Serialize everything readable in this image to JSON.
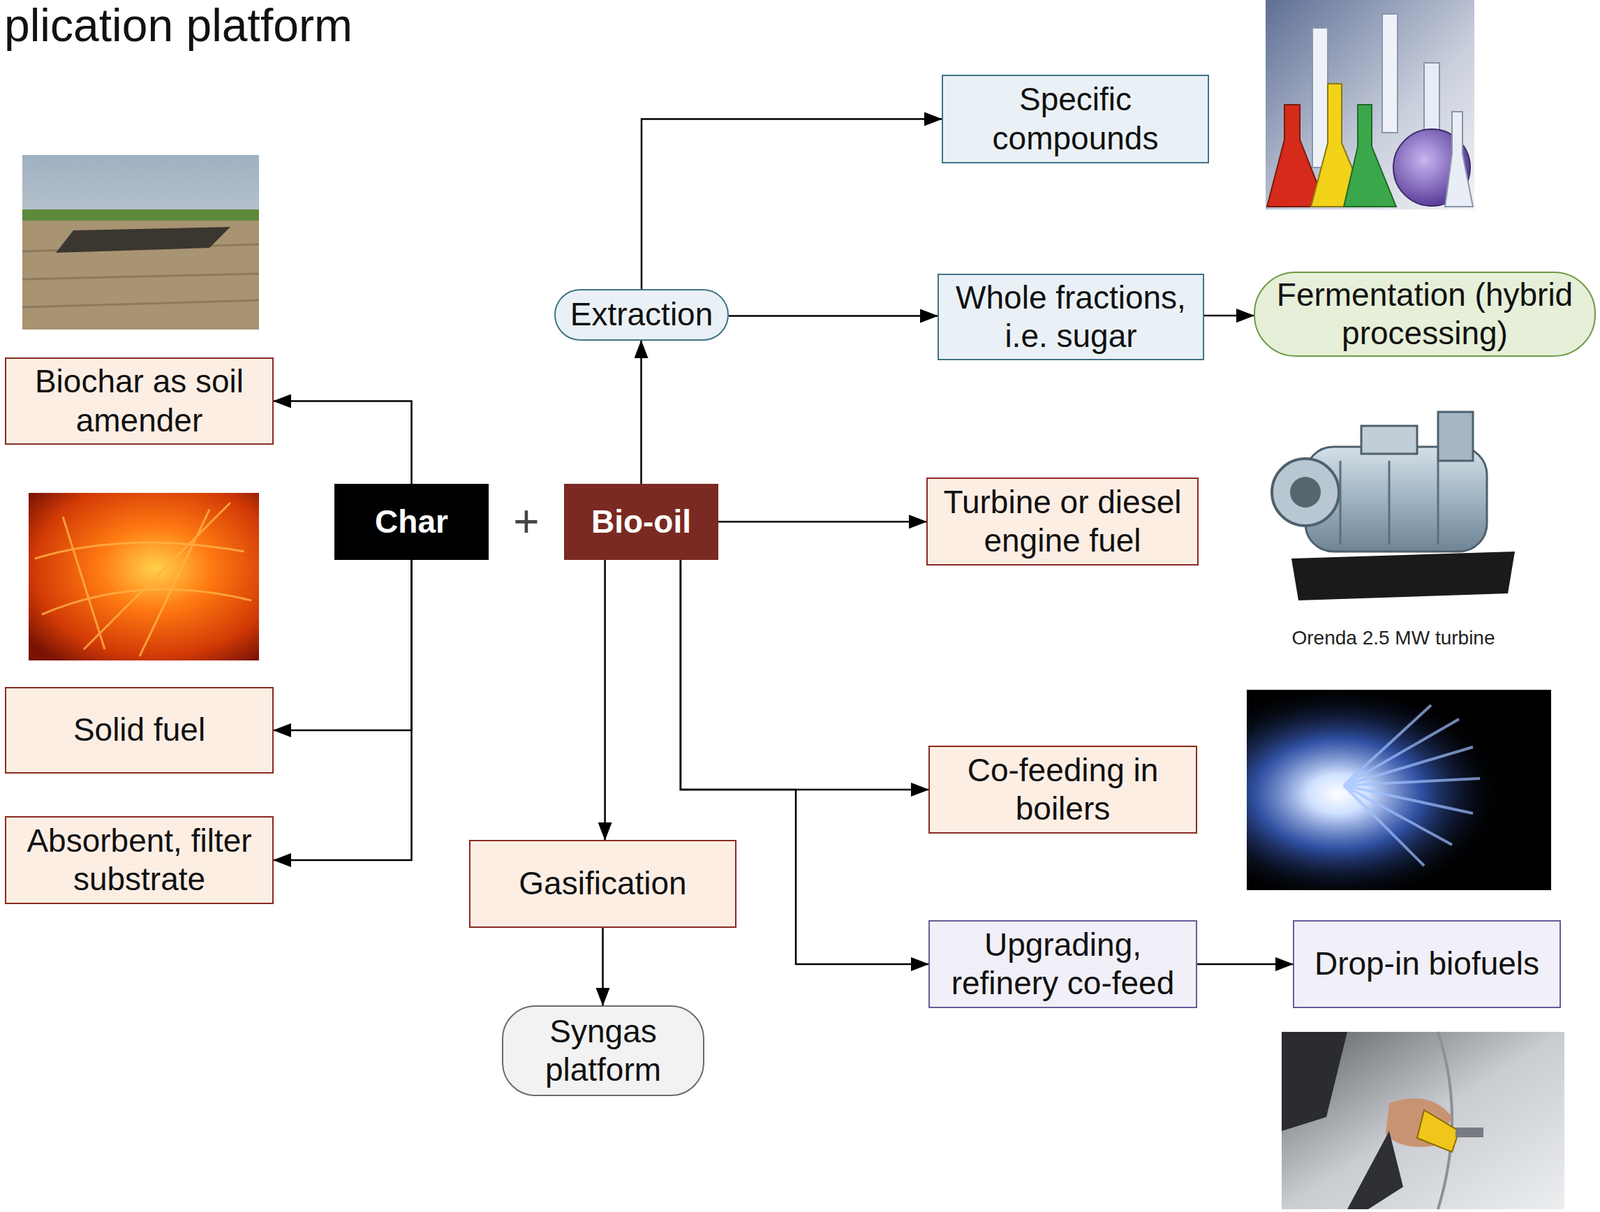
{
  "diagram": {
    "title": "plication platform",
    "nodes": [
      {
        "text": [
          "Specific compounds"
        ]
      },
      {
        "text": [
          "Extraction"
        ]
      },
      {
        "text": [
          "Whole fractions, i.e. sugar"
        ]
      },
      {
        "text": [
          "Fermentation (hybrid processing)"
        ]
      },
      {
        "text": [
          "Biochar as soil amender"
        ]
      },
      {
        "text": [
          "Char"
        ]
      },
      {
        "text": [
          "Bio-oil"
        ]
      },
      {
        "text": [
          "Turbine or diesel engine fuel"
        ]
      },
      {
        "text": [
          "Solid fuel"
        ]
      },
      {
        "text": [
          "Co-feeding in boilers"
        ]
      },
      {
        "text": [
          "Absorbent, filter substrate"
        ]
      },
      {
        "text": [
          "Gasification"
        ]
      },
      {
        "text": [
          "Upgrading, refinery co-feed"
        ]
      },
      {
        "text": [
          "Drop-in biofuels"
        ]
      },
      {
        "text": [
          "Syngas platform"
        ]
      }
    ],
    "edges": [
      {
        "from": 5,
        "to": 4,
        "arrow": "to"
      },
      {
        "from": 5,
        "to": 8,
        "arrow": "to"
      },
      {
        "from": 5,
        "to": 10,
        "arrow": "to"
      },
      {
        "from": 6,
        "to": 1,
        "arrow": "to"
      },
      {
        "from": 1,
        "to": 0,
        "arrow": "to"
      },
      {
        "from": 1,
        "to": 2,
        "arrow": "to"
      },
      {
        "from": 2,
        "to": 3,
        "arrow": "to"
      },
      {
        "from": 6,
        "to": 7,
        "arrow": "to"
      },
      {
        "from": 6,
        "to": 11,
        "arrow": "to"
      },
      {
        "from": 11,
        "to": 14,
        "arrow": "to"
      },
      {
        "from": 6,
        "to": 9,
        "arrow": "to"
      },
      {
        "from": 6,
        "to": 12,
        "arrow": "to"
      },
      {
        "from": 12,
        "to": 13,
        "arrow": "to"
      }
    ],
    "labels": [
      "+",
      "Orenda 2.5 MW turbine"
    ]
  }
}
